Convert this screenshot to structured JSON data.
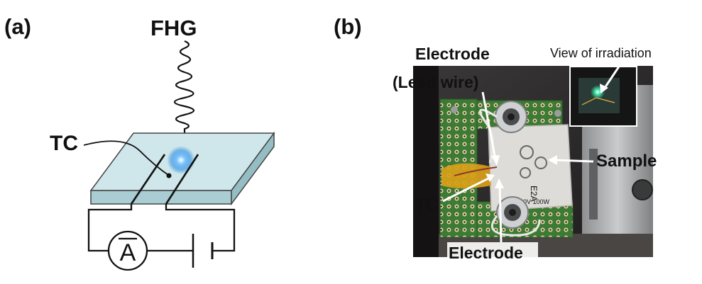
{
  "panel_a": {
    "label": "(a)",
    "beam_label": "FHG",
    "tc_label": "TC",
    "ammeter_symbol": "A"
  },
  "panel_b": {
    "label": "(b)",
    "electrode_top_line1": "Electrode",
    "electrode_top_line2": "(Lead wire)",
    "inset_caption": "View of irradiation",
    "sample_label": "Sample",
    "tc_label": "TC",
    "electrode_bottom": "Electrode",
    "sample_engraving": "E2A",
    "board_engraving": "50V 100W"
  },
  "colors": {
    "slab_top": "#cfe6ea",
    "slab_side": "#a9cdd2",
    "spot": "#2f8fe0",
    "pcb_green": "#3c7a36",
    "kapton": "#d9a018",
    "inset_glow": "#38e0a0"
  }
}
